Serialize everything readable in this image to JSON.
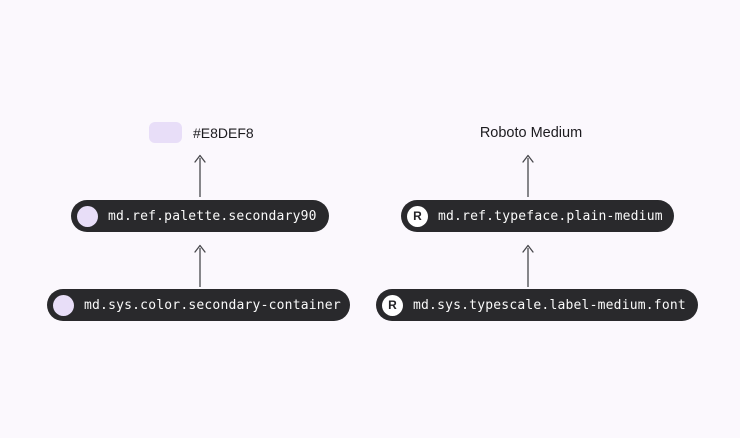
{
  "diagram": {
    "title": "design-token-mapping",
    "colors": {
      "background": "#FBF8FD",
      "chip_background": "#29292C",
      "chip_text": "#FAFAFA",
      "swatch": "#E8DEF8",
      "marker_circle_white": "#FFFFFF",
      "arrow": "#48484C",
      "label_text": "#1C1B1F"
    },
    "columns": [
      {
        "id": "color-token-chain",
        "result": {
          "type": "swatch",
          "swatch_color": "#E8DEF8",
          "label": "#E8DEF8"
        },
        "ref_token": {
          "label": "md.ref.palette.secondary90",
          "marker": "swatch-circle",
          "marker_color": "#E8DEF8"
        },
        "sys_token": {
          "label": "md.sys.color.secondary-container",
          "marker": "swatch-circle",
          "marker_color": "#E8DEF8"
        }
      },
      {
        "id": "typeface-token-chain",
        "result": {
          "type": "text",
          "label": "Roboto Medium"
        },
        "ref_token": {
          "label": "md.ref.typeface.plain-medium",
          "marker": "letter-circle",
          "marker_letter": "R"
        },
        "sys_token": {
          "label": "md.sys.typescale.label-medium.font",
          "marker": "letter-circle",
          "marker_letter": "R"
        }
      }
    ]
  }
}
